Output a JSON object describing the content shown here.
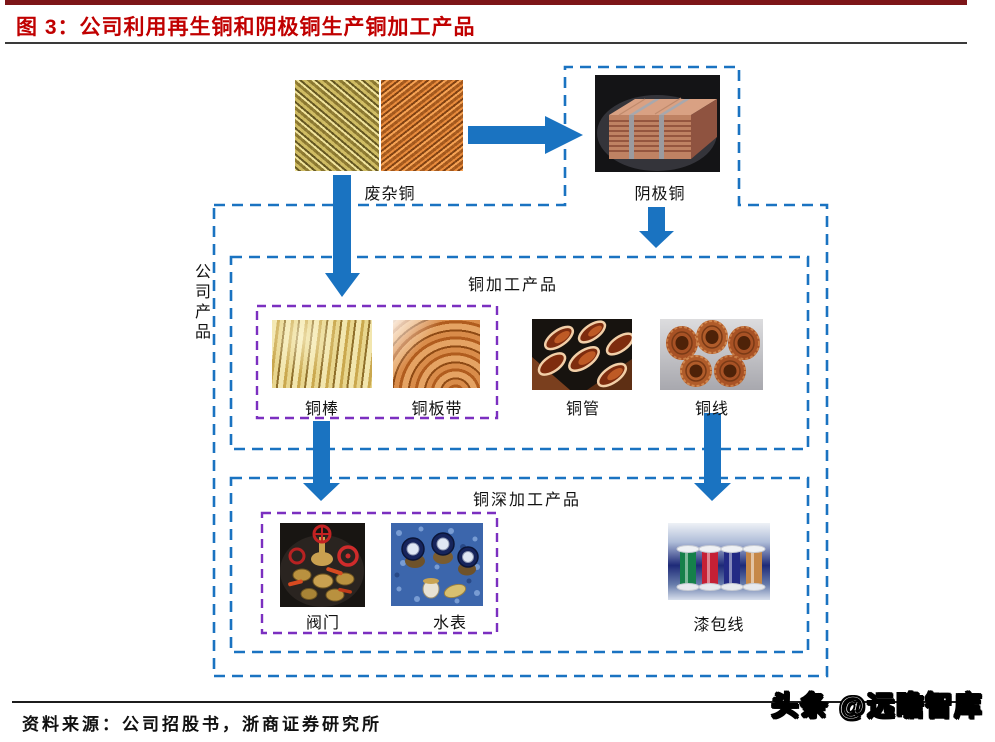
{
  "header": {
    "title": "图 3：公司利用再生铜和阴极铜生产铜加工产品"
  },
  "diagram": {
    "side_label": "公司产品",
    "groups": {
      "processing": "铜加工产品",
      "deep_processing": "铜深加工产品"
    },
    "nodes": {
      "scrap": "废杂铜",
      "cathode": "阴极铜",
      "rod": "铜棒",
      "strip": "铜板带",
      "tube": "铜管",
      "wire": "铜线",
      "valve": "阀门",
      "meter": "水表",
      "enameled": "漆包线"
    }
  },
  "footer": {
    "source": "资料来源：公司招股书，浙商证券研究所",
    "watermark": "头条 @远瞻智库"
  },
  "colors": {
    "title-red": "#c00000",
    "top-bar": "#7d1518",
    "flow-blue": "#1a73c1",
    "group-purple": "#7b2fc0"
  }
}
